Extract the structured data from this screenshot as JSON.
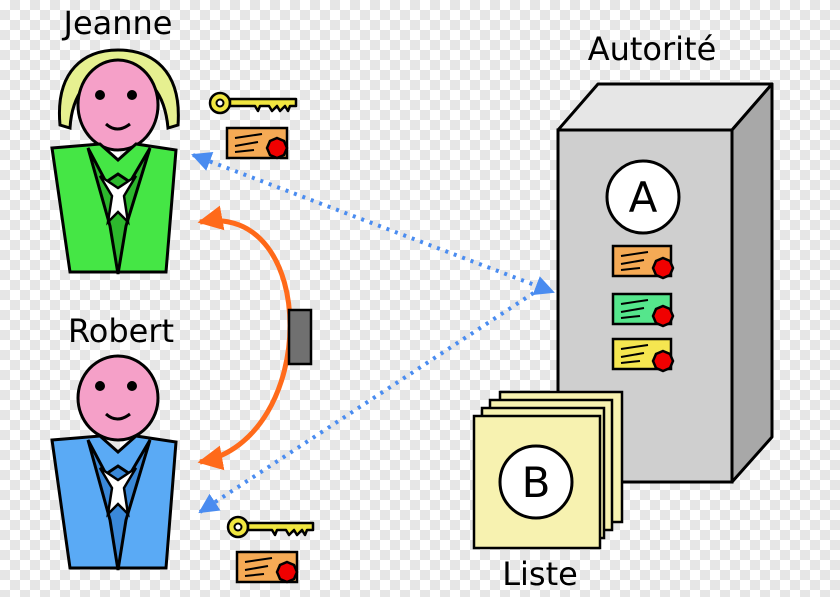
{
  "labels": {
    "jeanne": "Jeanne",
    "robert": "Robert",
    "autorite": "Autorité",
    "liste": "Liste",
    "badge_a": "A",
    "badge_b": "B"
  },
  "colors": {
    "jeanne_jacket": "#45e645",
    "robert_jacket": "#5aaaf5",
    "skin": "#f5a0c8",
    "hair": "#e6f090",
    "key": "#f0e640",
    "cert_orange": "#f5aa55",
    "cert_green": "#55e68c",
    "cert_yellow": "#f5e650",
    "seal": "#f00000",
    "tower_front": "#cfcfcf",
    "tower_side": "#a8a8a8",
    "tower_top": "#e6e6e6",
    "paper": "#f7f2b0",
    "exchange_arrow": "#ff6a1a",
    "dotted_arrow": "#4a8cf0"
  }
}
